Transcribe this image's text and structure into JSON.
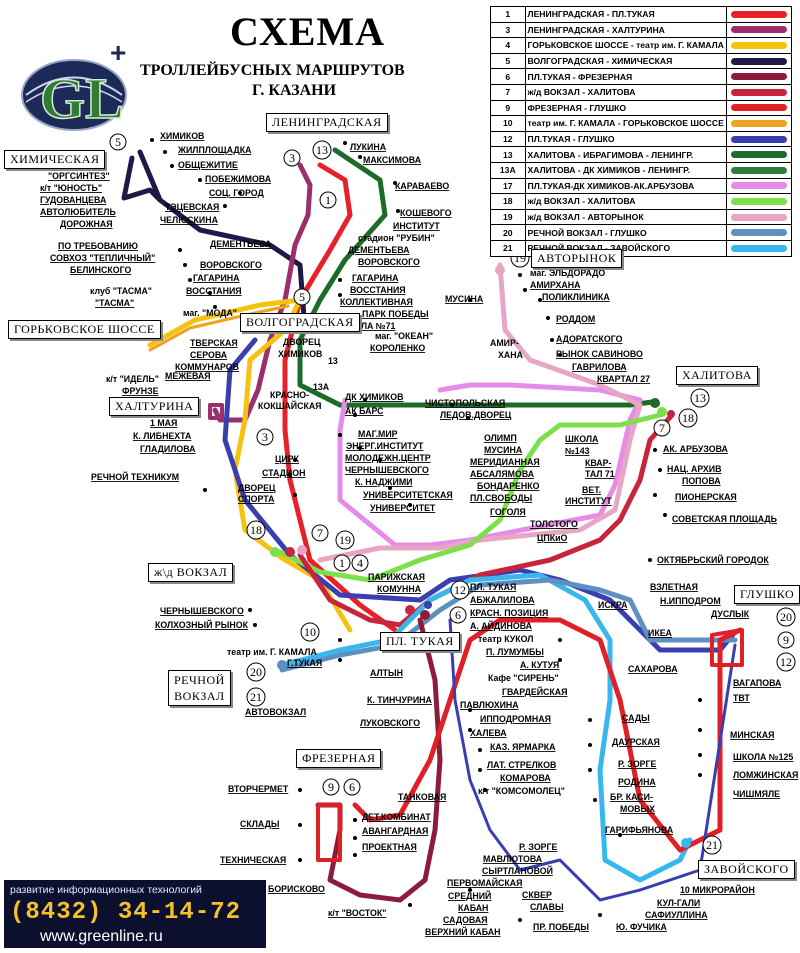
{
  "header": {
    "title": "СХЕМА",
    "subtitle_line1": "ТРОЛЛЕЙБУСНЫХ МАРШРУТОВ",
    "subtitle_line2": "Г. КАЗАНИ",
    "logo_text": "GL"
  },
  "legend": [
    {
      "num": "1",
      "name": "ЛЕНИНГРАДСКАЯ - ПЛ.ТУКАЯ",
      "color": "#e8202a"
    },
    {
      "num": "3",
      "name": "ЛЕНИНГРАДСКАЯ - ХАЛТУРИНА",
      "color": "#9b2f6e"
    },
    {
      "num": "4",
      "name": "ГОРЬКОВСКОЕ ШОССЕ - театр им. Г. КАМАЛА",
      "color": "#f5c20f"
    },
    {
      "num": "5",
      "name": "ВОЛГОГРАДСКАЯ - ХИМИЧЕСКАЯ",
      "color": "#1d1a4a"
    },
    {
      "num": "6",
      "name": "ПЛ.ТУКАЯ - ФРЕЗЕРНАЯ",
      "color": "#8c1c3a"
    },
    {
      "num": "7",
      "name": "ж/д ВОКЗАЛ - ХАЛИТОВА",
      "color": "#c8243c"
    },
    {
      "num": "9",
      "name": "ФРЕЗЕРНАЯ - ГЛУШКО",
      "color": "#e01f27"
    },
    {
      "num": "10",
      "name": "театр им. Г. КАМАЛА - ГОРЬКОВСКОЕ ШОССЕ",
      "color": "#f0a21a"
    },
    {
      "num": "12",
      "name": "ПЛ.ТУКАЯ - ГЛУШКО",
      "color": "#3a3fb0"
    },
    {
      "num": "13",
      "name": "ХАЛИТОВА - ИБРАГИМОВА - ЛЕНИНГР.",
      "color": "#1d6b2a"
    },
    {
      "num": "13А",
      "name": "ХАЛИТОВА - ДК ХИМИКОВ - ЛЕНИНГР.",
      "color": "#2f7d3a"
    },
    {
      "num": "17",
      "name": "ПЛ.ТУКАЯ-ДК ХИМИКОВ-АК.АРБУЗОВА",
      "color": "#e58ce8"
    },
    {
      "num": "18",
      "name": "ж/д ВОКЗАЛ - ХАЛИТОВА",
      "color": "#7be04a"
    },
    {
      "num": "19",
      "name": "ж/д ВОКЗАЛ - АВТОРЫНОК",
      "color": "#e7a6c4"
    },
    {
      "num": "20",
      "name": "РЕЧНОЙ ВОКЗАЛ - ГЛУШКО",
      "color": "#5d8fc0"
    },
    {
      "num": "21",
      "name": "РЕЧНОЙ ВОКЗАЛ - ЗАВОЙСКОГО",
      "color": "#37b7ee"
    }
  ],
  "terminals": {
    "leningradskaya": "ЛЕНИНГРАДСКАЯ",
    "khimicheskaya": "ХИМИЧЕСКАЯ",
    "avtorynok": "АВТОРЫНОК",
    "gorkovskoe": "ГОРЬКОВСКОЕ ШОССЕ",
    "volgogradskaya": "ВОЛГОГРАДСКАЯ",
    "khaltourina": "ХАЛТУРИНА",
    "khalitova": "ХАЛИТОВА",
    "zhd_vokzal": "ж\\д ВОКЗАЛ",
    "glushko": "ГЛУШКО",
    "pl_tukaya": "ПЛ. ТУКАЯ",
    "rechnoy1": "РЕЧНОЙ",
    "rechnoy2": "ВОКЗАЛ",
    "frezernaya": "ФРЕЗЕРНАЯ",
    "zavoyskogo": "ЗАВОЙСКОГО"
  },
  "route_numbers": {
    "r1": "1",
    "r3": "3",
    "r3b": "3",
    "r4": "4",
    "r5": "5",
    "r5b": "5",
    "r6": "6",
    "r6b": "6",
    "r7": "7",
    "r7b": "7",
    "r9": "9",
    "r9b": "9",
    "r10": "10",
    "r12": "12",
    "r12b": "12",
    "r13": "13",
    "r13b": "13",
    "r18": "18",
    "r18b": "18",
    "r19": "19",
    "r19b": "19",
    "r20": "20",
    "r20b": "20",
    "r21": "21",
    "r21b": "21"
  },
  "stops": {
    "s1": "ХИМИКОВ",
    "s2": "ЖИЛПЛОЩАДКА",
    "s3": "ОБЩЕЖИТИЕ",
    "s4": "ПОБЕЖИМОВА",
    "s5": "СОЦ. ГОРОД",
    "s6": "ТЭЦЕВСКАЯ",
    "s7": "ЧЕЛЮСКИНА",
    "s8": "\"ОРГСИНТЕЗ\"",
    "s9": "к/т \"ЮНОСТЬ\"",
    "s10": "ГУДОВАНЦЕВА",
    "s11": "АВТОЛЮБИТЕЛЬ",
    "s12": "ДОРОЖНАЯ",
    "s13": "ПО ТРЕБОВАНИЮ",
    "s14": "СОВХОЗ \"ТЕПЛИЧНЫЙ\"",
    "s15": "БЕЛИНСКОГО",
    "s16": "ДЕМЕНТЬЕВА",
    "s17": "ВОРОВСКОГО",
    "s18": "ГАГАРИНА",
    "s19": "ВОССТАНИЯ",
    "s20": "клуб \"ТАСМА\"",
    "s21": "\"ТАСМА\"",
    "s22": "маг. \"МОДА\"",
    "s23": "ЛУКИНА",
    "s24": "МАКСИМОВА",
    "s25": "КАРАВАЕВО",
    "s26": "КОШЕВОГО",
    "s27": "ИНСТИТУТ",
    "s28": "стадион \"РУБИН\"",
    "s29": "ДЕМЕНТЬЕВА",
    "s30": "ВОРОВСКОГО",
    "s31": "ГАГАРИНА",
    "s32": "ВОССТАНИЯ",
    "s33": "КОЛЛЕКТИВНАЯ",
    "s34": "ПАРК ПОБЕДЫ",
    "s35": "ШКОЛА №71",
    "s36": "маг. \"ОКЕАН\"",
    "s37": "КОРОЛЕНКО",
    "s38": "МУСИНА",
    "s39": "ДВОРЕЦ",
    "s40": "ХИМИКОВ",
    "s41": "13",
    "s42": "13А",
    "s43": "КРАСНО-",
    "s44": "КОКШАЙСКАЯ",
    "s45": "ТВЕРСКАЯ",
    "s46": "СЕРОВА",
    "s47": "КОММУНАРОВ",
    "s48": "к/т \"ИДЕЛЬ\"",
    "s49": "МЕЖЕВАЯ",
    "s50": "ФРУНЗЕ",
    "s51": "1 МАЯ",
    "s52": "К. ЛИБНЕХТА",
    "s53": "ГЛАДИЛОВА",
    "s54": "РЕЧНОЙ ТЕХНИКУМ",
    "s55": "ЦИРК",
    "s56": "СТАДИОН",
    "s57": "ДВОРЕЦ",
    "s58": "СПОРТА",
    "s59": "маг. ЭЛЬДОРАДО",
    "s60": "АМИРХАНА",
    "s61": "ПОЛИКЛИНИКА",
    "s62": "РОДДОМ",
    "s63": "АДОРАТСКОГО",
    "s64": "РЫНОК САВИНОВО",
    "s65": "ГАВРИЛОВА",
    "s66": "КВАРТАЛ 27",
    "s67": "АМИР-",
    "s68": "ХАНА",
    "s69": "ДК ХИМИКОВ",
    "s70": "АК БАРС",
    "s71": "ЧИСТОПОЛЬСКАЯ",
    "s72": "ЛЕДОВ.ДВОРЕЦ",
    "s73": "МАГ.МИР",
    "s74": "ЭНЕРГ.ИНСТИТУТ",
    "s75": "МОЛОДЕЖН.ЦЕНТР",
    "s76": "ЧЕРНЫШЕВСКОГО",
    "s77": "К. НАДЖИМИ",
    "s78": "УНИВЕРСИТЕТСКАЯ",
    "s79": "УНИВЕРСИТЕТ",
    "s80": "ОЛИМП",
    "s81": "МУСИНА",
    "s82": "МЕРИДИАННАЯ",
    "s83": "АБСАЛЯМОВА",
    "s84": "БОНДАРЕНКО",
    "s85": "ПЛ.СВОБОДЫ",
    "s86": "ГОГОЛЯ",
    "s87": "ШКОЛА",
    "s88": "№143",
    "s89": "КВАР-",
    "s90": "ТАЛ 71",
    "s91": "ВЕТ.",
    "s92": "ИНСТИТУТ",
    "s93": "ТОЛСТОГО",
    "s94": "ЦПКиО",
    "s95": "АК. АРБУЗОВА",
    "s96": "НАЦ. АРХИВ",
    "s97": "ПОПОВА",
    "s98": "ПИОНЕРСКАЯ",
    "s99": "СОВЕТСКАЯ ПЛОЩАДЬ",
    "s100": "ОКТЯБРЬСКИЙ ГОРОДОК",
    "s101": "ПАРИЖСКАЯ",
    "s102": "КОМУННА",
    "s103": "ЧЕРНЫШЕВСКОГО",
    "s104": "КОЛХОЗНЫЙ РЫНОК",
    "s105": "театр им. Г. КАМАЛА",
    "s106": "Г.ТУКАЯ",
    "s107": "АВТОВОКЗАЛ",
    "s108": "ПЛ. ТУКАЯ",
    "s109": "АБЖАЛИЛОВА",
    "s110": "КРАСН. ПОЗИЦИЯ",
    "s111": "А. АЙДИНОВА",
    "s112": "театр КУКОЛ",
    "s113": "П. ЛУМУМБЫ",
    "s114": "А. КУТУЯ",
    "s115": "Кафе \"СИРЕНЬ\"",
    "s116": "ГВАРДЕЙСКАЯ",
    "s117": "ПАВЛЮХИНА",
    "s118": "ИППОДРОМНАЯ",
    "s119": "ХАЛЕВА",
    "s120": "КАЗ. ЯРМАРКА",
    "s121": "ЛАТ. СТРЕЛКОВ",
    "s122": "КОМАРОВА",
    "s123": "к/т \"КОМСОМОЛЕЦ\"",
    "s124": "АЛТЫН",
    "s125": "К. ТИНЧУРИНА",
    "s126": "ЛУКОВСКОГО",
    "s127": "ИСКРА",
    "s128": "ВЗЛЕТНАЯ",
    "s129": "Н.ИППОДРОМ",
    "s130": "ДУСЛЫК",
    "s131": "ИКЕА",
    "s132": "САХАРОВА",
    "s133": "ВАГАПОВА",
    "s134": "ТВТ",
    "s135": "МИНСКАЯ",
    "s136": "ШКОЛА №125",
    "s137": "ЛОМЖИНСКАЯ",
    "s138": "ЧИШМЯЛЕ",
    "s139": "САДЫ",
    "s140": "ДАУРСКАЯ",
    "s141": "Р. ЗОРГЕ",
    "s142": "РОДИНА",
    "s143": "БР. КАСИ-",
    "s144": "МОВЫХ",
    "s145": "ГАРИФЬЯНОВА",
    "s146": "ВТОРЧЕРМЕТ",
    "s147": "СКЛАДЫ",
    "s148": "ТЕХНИЧЕСКАЯ",
    "s149": "ДЕТ.КОМБИНАТ",
    "s150": "АВАНГАРДНАЯ",
    "s151": "ПРОЕКТНАЯ",
    "s152": "ТАНКОВАЯ",
    "s153": "БОРИСКОВО",
    "s154": "к/т \"ВОСТОК\"",
    "s155": "Р. ЗОРГЕ",
    "s156": "МАВЛЮТОВА",
    "s157": "СЫРТЛАНОВОЙ",
    "s158": "ПЕРВОМАЙСКАЯ",
    "s159": "СРЕДНИЙ",
    "s160": "КАБАН",
    "s161": "САДОВАЯ",
    "s162": "ВЕРХНИЙ КАБАН",
    "s163": "СКВЕР",
    "s164": "СЛАВЫ",
    "s165": "ПР. ПОБЕДЫ",
    "s166": "10 МИКРОРАЙОН",
    "s167": "КУЛ-ГАЛИ",
    "s168": "САФИУЛЛИНА",
    "s169": "Ю. ФУЧИКА"
  },
  "footer": {
    "line1": "развитие информационных технологий",
    "phone": "(8432) 34-14-72",
    "site": "www.greenline.ru"
  }
}
